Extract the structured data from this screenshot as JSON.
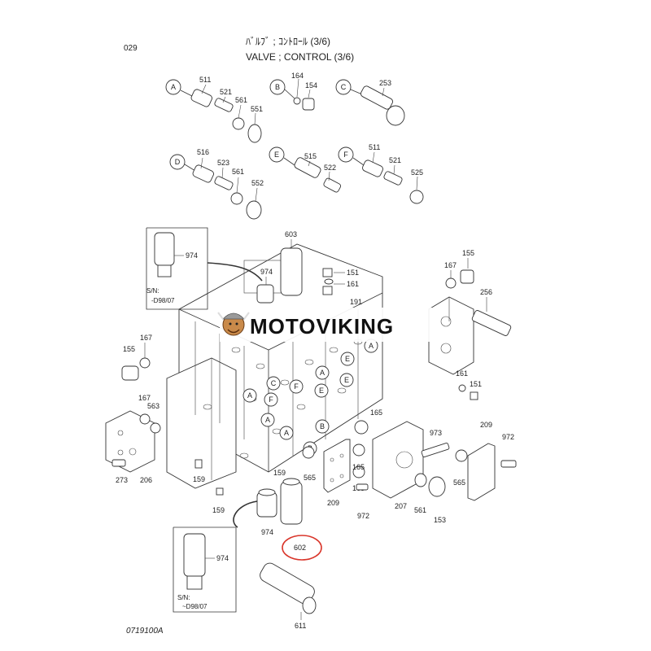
{
  "header": {
    "page_number": "029",
    "title_jp": "ﾊﾞﾙﾌﾞ ; ｺﾝﾄﾛｰﾙ (3/6)",
    "title_en": "VALVE ; CONTROL (3/6)"
  },
  "watermark": {
    "brand": "MOTOVIKING"
  },
  "footer": {
    "drawing_code": "0719100A"
  },
  "groups": [
    {
      "letter": "A",
      "parts": [
        "511",
        "521",
        "561",
        "551"
      ]
    },
    {
      "letter": "B",
      "parts": [
        "164",
        "154"
      ]
    },
    {
      "letter": "C",
      "parts": [
        "253"
      ]
    },
    {
      "letter": "D",
      "parts": [
        "516",
        "523",
        "561",
        "552"
      ]
    },
    {
      "letter": "E",
      "parts": [
        "515",
        "522"
      ]
    },
    {
      "letter": "F",
      "parts": [
        "511",
        "521",
        "525"
      ]
    }
  ],
  "body_labels": [
    "A",
    "E",
    "A",
    "E",
    "E",
    "F",
    "C",
    "A",
    "F",
    "A",
    "B",
    "A",
    "B"
  ],
  "callouts": {
    "p974a": "974",
    "p974b": "974",
    "p974c": "974",
    "p974d": "974",
    "sn1": "S/N:",
    "d98a": "-D98/07",
    "sn2": "S/N:",
    "d98b": "~D98/07",
    "p603": "603",
    "p151a": "151",
    "p161a": "161",
    "p191": "191",
    "p155a": "155",
    "p167a": "167",
    "p256": "256",
    "p167b": "167",
    "p155b": "155",
    "p161b": "161",
    "p151b": "151",
    "p167c": "167",
    "p563": "563",
    "p165a": "165",
    "p973": "973",
    "p209a": "209",
    "p972a": "972",
    "p273": "273",
    "p206": "206",
    "p159a": "159",
    "p159b": "159",
    "p159c": "159",
    "p565a": "565",
    "p165b": "165",
    "p165c": "165",
    "p209b": "209",
    "p207": "207",
    "p561": "561",
    "p153": "153",
    "p565b": "565",
    "p972b": "972",
    "p602": "602",
    "p611": "611"
  },
  "colors": {
    "highlight": "#d9352a",
    "line": "#333333",
    "background": "#ffffff"
  },
  "icons": {
    "logo": "viking-mascot-icon"
  }
}
